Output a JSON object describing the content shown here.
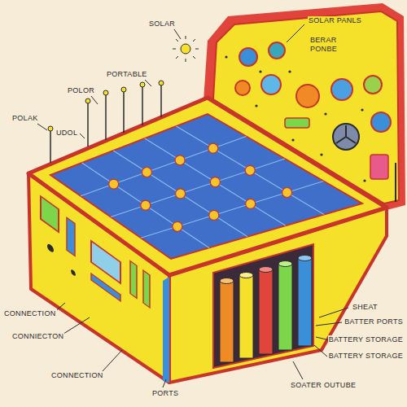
{
  "diagram": {
    "labels": [
      "SOLAR",
      "SOLAR PANLS",
      "BERAR PONBE",
      "PORTABLE",
      "POLOR",
      "POLAK",
      "UDOL",
      "CONNECTION",
      "CONNIECTON",
      "CONNECTION",
      "PORTS",
      "SHEAT",
      "BATTER PORTS",
      "BATTERY STORAGE",
      "BATTERY STORAGE",
      "SOATER OUTUBE"
    ]
  }
}
